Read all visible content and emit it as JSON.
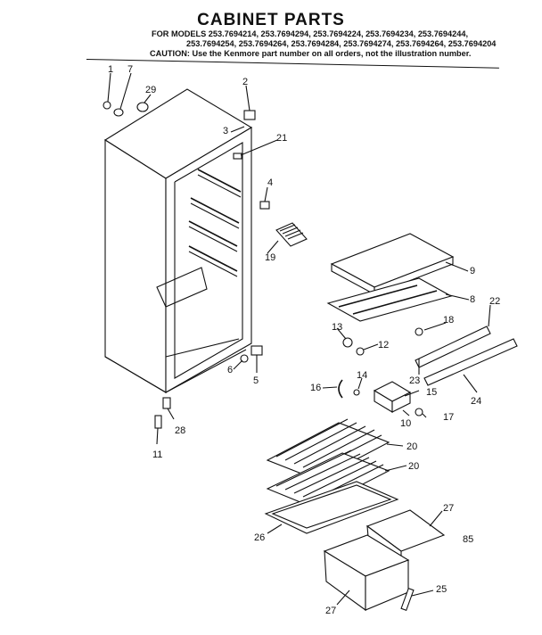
{
  "title": "CABINET PARTS",
  "header_lines": [
    "FOR MODELS 253.7694214, 253.7694294, 253.7694224, 253.7694234, 253.7694244,",
    "253.7694254, 253.7694264, 253.7694284, 253.7694274, 253.7694264, 253.7694204",
    "CAUTION: Use the Kenmore part number on all orders, not the illustration number."
  ],
  "callouts": {
    "c1": "1",
    "c7": "7",
    "c29": "29",
    "c2": "2",
    "c3": "3",
    "c21": "21",
    "c4": "4",
    "c19": "19",
    "c9": "9",
    "c8": "8",
    "c22": "22",
    "c18": "18",
    "c13": "13",
    "c12": "12",
    "c6": "6",
    "c5": "5",
    "c16": "16",
    "c14": "14",
    "c23": "23",
    "c15": "15",
    "c24": "24",
    "c10": "10",
    "c17": "17",
    "c28": "28",
    "c11": "11",
    "c20a": "20",
    "c20b": "20",
    "c26": "26",
    "c27a": "27",
    "c27b": "27",
    "c25": "25"
  },
  "page_code": "85"
}
